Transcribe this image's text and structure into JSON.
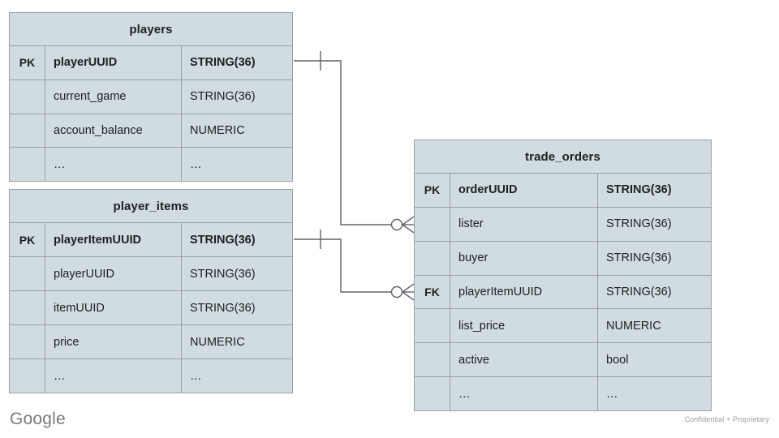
{
  "diagram": {
    "type": "entity-relationship-diagram",
    "notation": "crows-foot",
    "fill_color": "#d0dce0",
    "border_color": "#9aa0a6",
    "text_color": "#202124"
  },
  "entities": [
    {
      "id": "players",
      "title": "players",
      "rows": [
        {
          "key": "PK",
          "name": "playerUUID",
          "type": "STRING(36)",
          "pk": true
        },
        {
          "key": "",
          "name": "current_game",
          "type": "STRING(36)",
          "pk": false
        },
        {
          "key": "",
          "name": "account_balance",
          "type": "NUMERIC",
          "pk": false
        },
        {
          "key": "",
          "name": "…",
          "type": "…",
          "pk": false
        }
      ]
    },
    {
      "id": "player_items",
      "title": "player_items",
      "rows": [
        {
          "key": "PK",
          "name": "playerItemUUID",
          "type": "STRING(36)",
          "pk": true
        },
        {
          "key": "",
          "name": "playerUUID",
          "type": "STRING(36)",
          "pk": false
        },
        {
          "key": "",
          "name": "itemUUID",
          "type": "STRING(36)",
          "pk": false
        },
        {
          "key": "",
          "name": "price",
          "type": "NUMERIC",
          "pk": false
        },
        {
          "key": "",
          "name": "…",
          "type": "…",
          "pk": false
        }
      ]
    },
    {
      "id": "trade_orders",
      "title": "trade_orders",
      "rows": [
        {
          "key": "PK",
          "name": "orderUUID",
          "type": "STRING(36)",
          "pk": true
        },
        {
          "key": "",
          "name": "lister",
          "type": "STRING(36)",
          "pk": false
        },
        {
          "key": "",
          "name": "buyer",
          "type": "STRING(36)",
          "pk": false
        },
        {
          "key": "FK",
          "name": "playerItemUUID",
          "type": "STRING(36)",
          "pk": false
        },
        {
          "key": "",
          "name": "list_price",
          "type": "NUMERIC",
          "pk": false
        },
        {
          "key": "",
          "name": "active",
          "type": "bool",
          "pk": false
        },
        {
          "key": "",
          "name": "…",
          "type": "…",
          "pk": false
        }
      ]
    }
  ],
  "relationships": [
    {
      "id": "players-to-trade-orders",
      "from": "players.playerUUID",
      "to": "trade_orders.lister",
      "from_cardinality": "one",
      "to_cardinality": "zero-or-many"
    },
    {
      "id": "player-items-to-trade-orders",
      "from": "player_items.playerItemUUID",
      "to": "trade_orders.playerItemUUID",
      "from_cardinality": "one",
      "to_cardinality": "zero-or-many"
    }
  ],
  "footer": {
    "logo_text": "Google",
    "note": "Confidential + Proprietary"
  }
}
